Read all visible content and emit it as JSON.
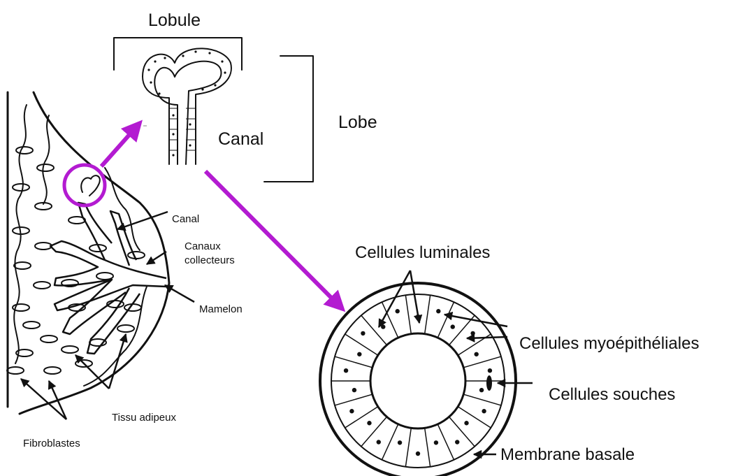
{
  "colors": {
    "accent": "#b31bd1",
    "ink": "#111111",
    "background": "#ffffff"
  },
  "labels": {
    "lobule": "Lobule",
    "lobe": "Lobe",
    "canal_top": "Canal",
    "canal_small": "Canal",
    "canaux_1": "Canaux",
    "canaux_2": "collecteurs",
    "mamelon": "Mamelon",
    "tissu_adipeux": "Tissu adipeux",
    "fibroblastes": "Fibroblastes",
    "cellules_luminales": "Cellules luminales",
    "cellules_myoepitheliales": "Cellules myoépithéliales",
    "cellules_souches": "Cellules souches",
    "membrane_basale": "Membrane basale"
  }
}
